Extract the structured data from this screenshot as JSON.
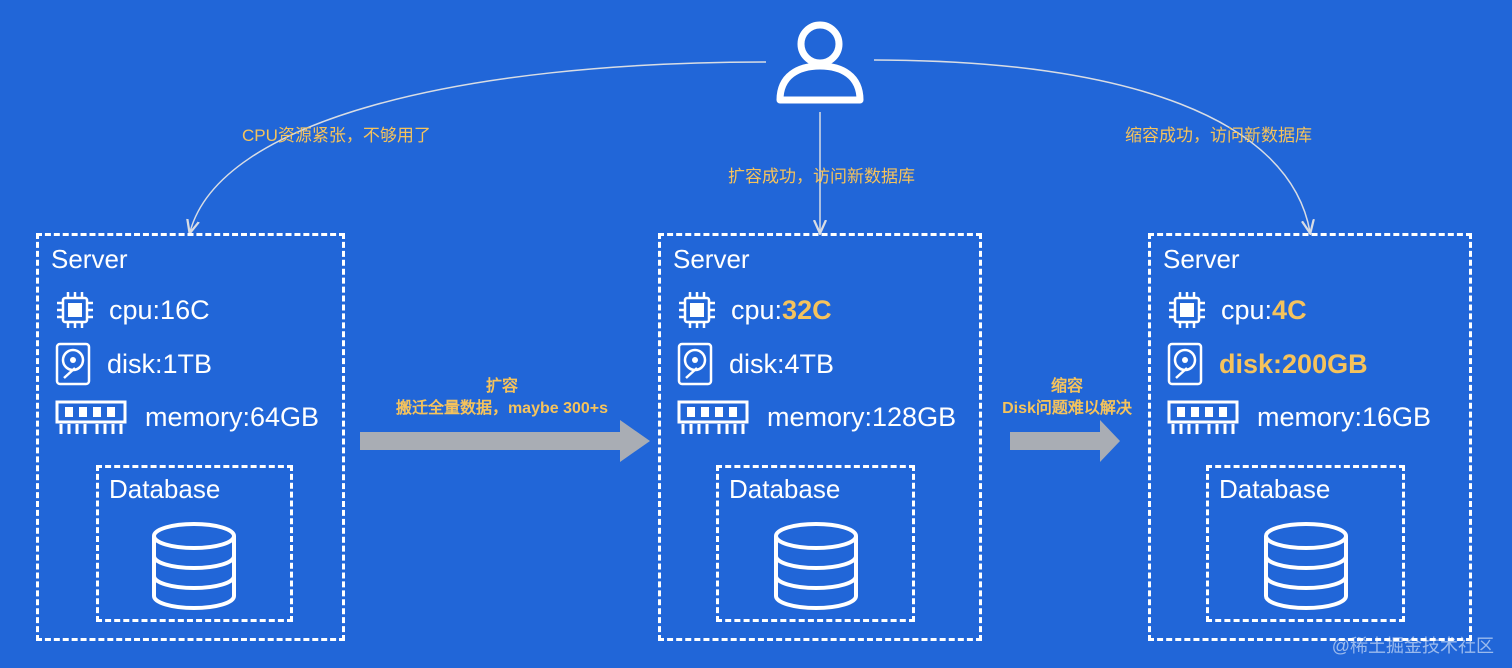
{
  "edges": {
    "left_label": "CPU资源紧张，不够用了",
    "middle_label": "扩容成功，访问新数据库",
    "right_label": "缩容成功，访问新数据库"
  },
  "servers": [
    {
      "title": "Server",
      "cpu_label": "cpu: ",
      "cpu_value": "16C",
      "disk_label": "disk: ",
      "disk_value": "1TB",
      "memory_label": "memory: ",
      "memory_value": "64GB",
      "database_title": "Database"
    },
    {
      "title": "Server",
      "cpu_label": "cpu: ",
      "cpu_value": "32C",
      "disk_label": "disk: ",
      "disk_value": "4TB",
      "memory_label": "memory: ",
      "memory_value": "128GB",
      "database_title": "Database"
    },
    {
      "title": "Server",
      "cpu_label": "cpu: ",
      "cpu_value": "4C",
      "disk_label": "disk: ",
      "disk_value": "200GB",
      "memory_label": "memory: ",
      "memory_value": "16GB",
      "database_title": "Database"
    }
  ],
  "migrations": [
    {
      "line1": "扩容",
      "line2": "搬迁全量数据，maybe 300+s"
    },
    {
      "line1": "缩容",
      "line2": "Disk问题难以解决"
    }
  ],
  "colors": {
    "background": "#2166d8",
    "highlight": "#f5c35c",
    "arrow": "#a9adb4"
  },
  "watermark": "@稀土掘金技术社区"
}
